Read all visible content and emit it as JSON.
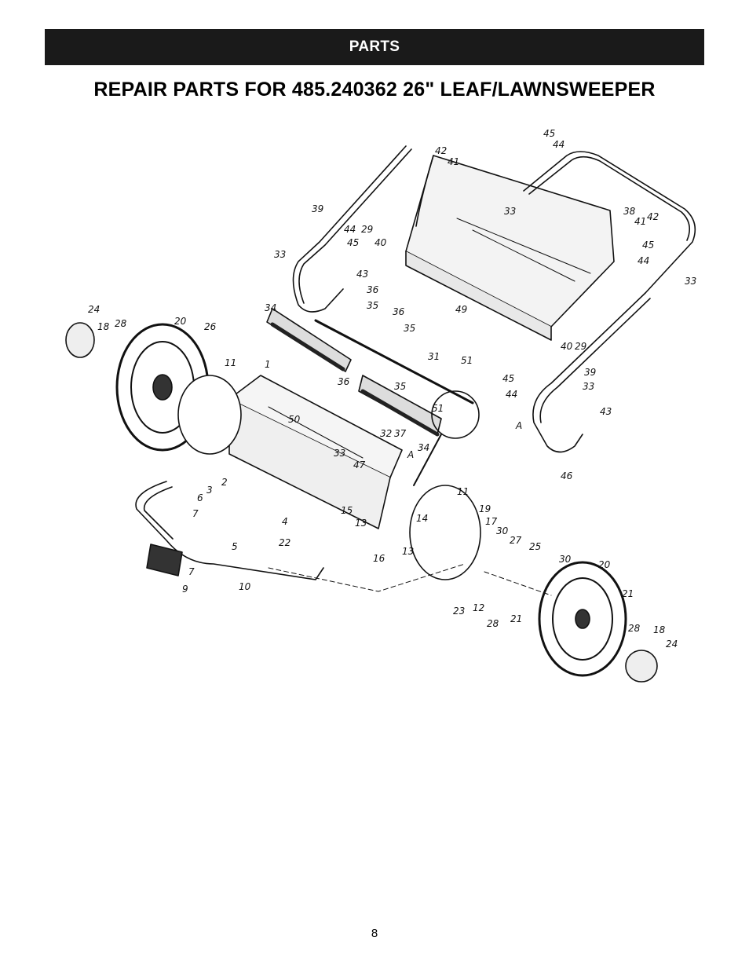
{
  "header": {
    "section_label": "PARTS"
  },
  "page": {
    "title": "REPAIR PARTS FOR 485.240362 26\" LEAF/LAWNSWEEPER",
    "number": "8"
  },
  "diagram": {
    "callouts": [
      {
        "id": "c1",
        "label": "45"
      },
      {
        "id": "c2",
        "label": "44"
      },
      {
        "id": "c3",
        "label": "42"
      },
      {
        "id": "c4",
        "label": "41"
      },
      {
        "id": "c5",
        "label": "39"
      },
      {
        "id": "c6",
        "label": "33"
      },
      {
        "id": "c7",
        "label": "38"
      },
      {
        "id": "c8",
        "label": "41"
      },
      {
        "id": "c9",
        "label": "42"
      },
      {
        "id": "c10",
        "label": "45"
      },
      {
        "id": "c11",
        "label": "44"
      },
      {
        "id": "c12",
        "label": "33"
      },
      {
        "id": "c13",
        "label": "44"
      },
      {
        "id": "c14",
        "label": "29"
      },
      {
        "id": "c15",
        "label": "45"
      },
      {
        "id": "c16",
        "label": "40"
      },
      {
        "id": "c17",
        "label": "33"
      },
      {
        "id": "c18",
        "label": "43"
      },
      {
        "id": "c19",
        "label": "36"
      },
      {
        "id": "c20",
        "label": "35"
      },
      {
        "id": "c21",
        "label": "36"
      },
      {
        "id": "c22",
        "label": "35"
      },
      {
        "id": "c23",
        "label": "49"
      },
      {
        "id": "c24",
        "label": "34"
      },
      {
        "id": "c25",
        "label": "40"
      },
      {
        "id": "c26",
        "label": "29"
      },
      {
        "id": "c27",
        "label": "24"
      },
      {
        "id": "c28",
        "label": "18"
      },
      {
        "id": "c29",
        "label": "28"
      },
      {
        "id": "c30",
        "label": "20"
      },
      {
        "id": "c31",
        "label": "26"
      },
      {
        "id": "c32",
        "label": "11"
      },
      {
        "id": "c33",
        "label": "1"
      },
      {
        "id": "c34",
        "label": "31"
      },
      {
        "id": "c35",
        "label": "51"
      },
      {
        "id": "c36",
        "label": "36"
      },
      {
        "id": "c37",
        "label": "35"
      },
      {
        "id": "c38",
        "label": "51"
      },
      {
        "id": "c39",
        "label": "45"
      },
      {
        "id": "c40",
        "label": "44"
      },
      {
        "id": "c41",
        "label": "39"
      },
      {
        "id": "c42",
        "label": "33"
      },
      {
        "id": "c43",
        "label": "43"
      },
      {
        "id": "c44",
        "label": "50"
      },
      {
        "id": "c45",
        "label": "32"
      },
      {
        "id": "c46",
        "label": "37"
      },
      {
        "id": "c47",
        "label": "34"
      },
      {
        "id": "c48",
        "label": "A"
      },
      {
        "id": "c49",
        "label": "33"
      },
      {
        "id": "c50",
        "label": "47"
      },
      {
        "id": "c51",
        "label": "A"
      },
      {
        "id": "c52",
        "label": "46"
      },
      {
        "id": "c53",
        "label": "2"
      },
      {
        "id": "c54",
        "label": "3"
      },
      {
        "id": "c55",
        "label": "6"
      },
      {
        "id": "c56",
        "label": "7"
      },
      {
        "id": "c57",
        "label": "4"
      },
      {
        "id": "c58",
        "label": "5"
      },
      {
        "id": "c59",
        "label": "15"
      },
      {
        "id": "c60",
        "label": "13"
      },
      {
        "id": "c61",
        "label": "14"
      },
      {
        "id": "c62",
        "label": "11"
      },
      {
        "id": "c63",
        "label": "19"
      },
      {
        "id": "c64",
        "label": "17"
      },
      {
        "id": "c65",
        "label": "30"
      },
      {
        "id": "c66",
        "label": "27"
      },
      {
        "id": "c67",
        "label": "25"
      },
      {
        "id": "c68",
        "label": "30"
      },
      {
        "id": "c69",
        "label": "20"
      },
      {
        "id": "c70",
        "label": "9"
      },
      {
        "id": "c71",
        "label": "7"
      },
      {
        "id": "c72",
        "label": "10"
      },
      {
        "id": "c73",
        "label": "22"
      },
      {
        "id": "c74",
        "label": "16"
      },
      {
        "id": "c75",
        "label": "13"
      },
      {
        "id": "c76",
        "label": "23"
      },
      {
        "id": "c77",
        "label": "12"
      },
      {
        "id": "c78",
        "label": "28"
      },
      {
        "id": "c79",
        "label": "21"
      },
      {
        "id": "c80",
        "label": "21"
      },
      {
        "id": "c81",
        "label": "28"
      },
      {
        "id": "c82",
        "label": "18"
      },
      {
        "id": "c83",
        "label": "24"
      }
    ]
  }
}
